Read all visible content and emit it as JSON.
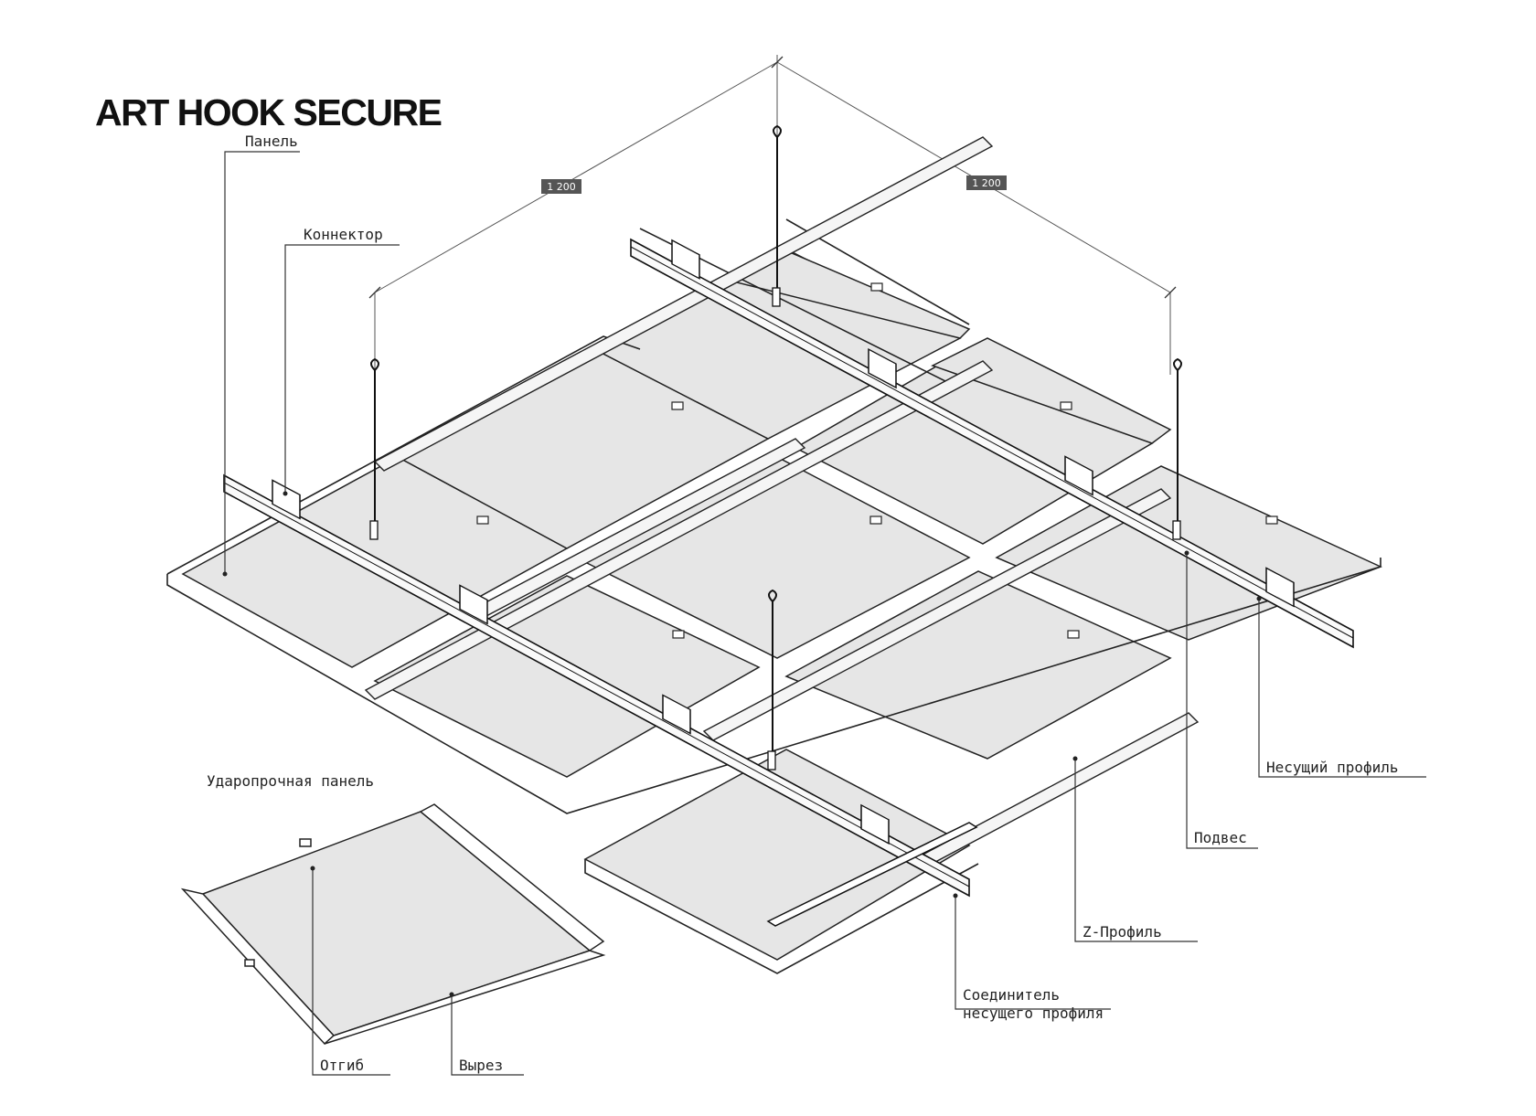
{
  "title": "ART HOOK SECURE",
  "dimensions": [
    "1 200",
    "1 200"
  ],
  "labels": {
    "panel": "Панель",
    "connector": "Коннектор",
    "impact_panel": "Ударопрочная панель",
    "carrier": "Несущий профиль",
    "hanger": "Подвес",
    "z_profile": "Z-Профиль",
    "joint_line1": "Соединитель",
    "joint_line2": "несущего профиля",
    "bend": "Отгиб",
    "cutout": "Вырез"
  }
}
